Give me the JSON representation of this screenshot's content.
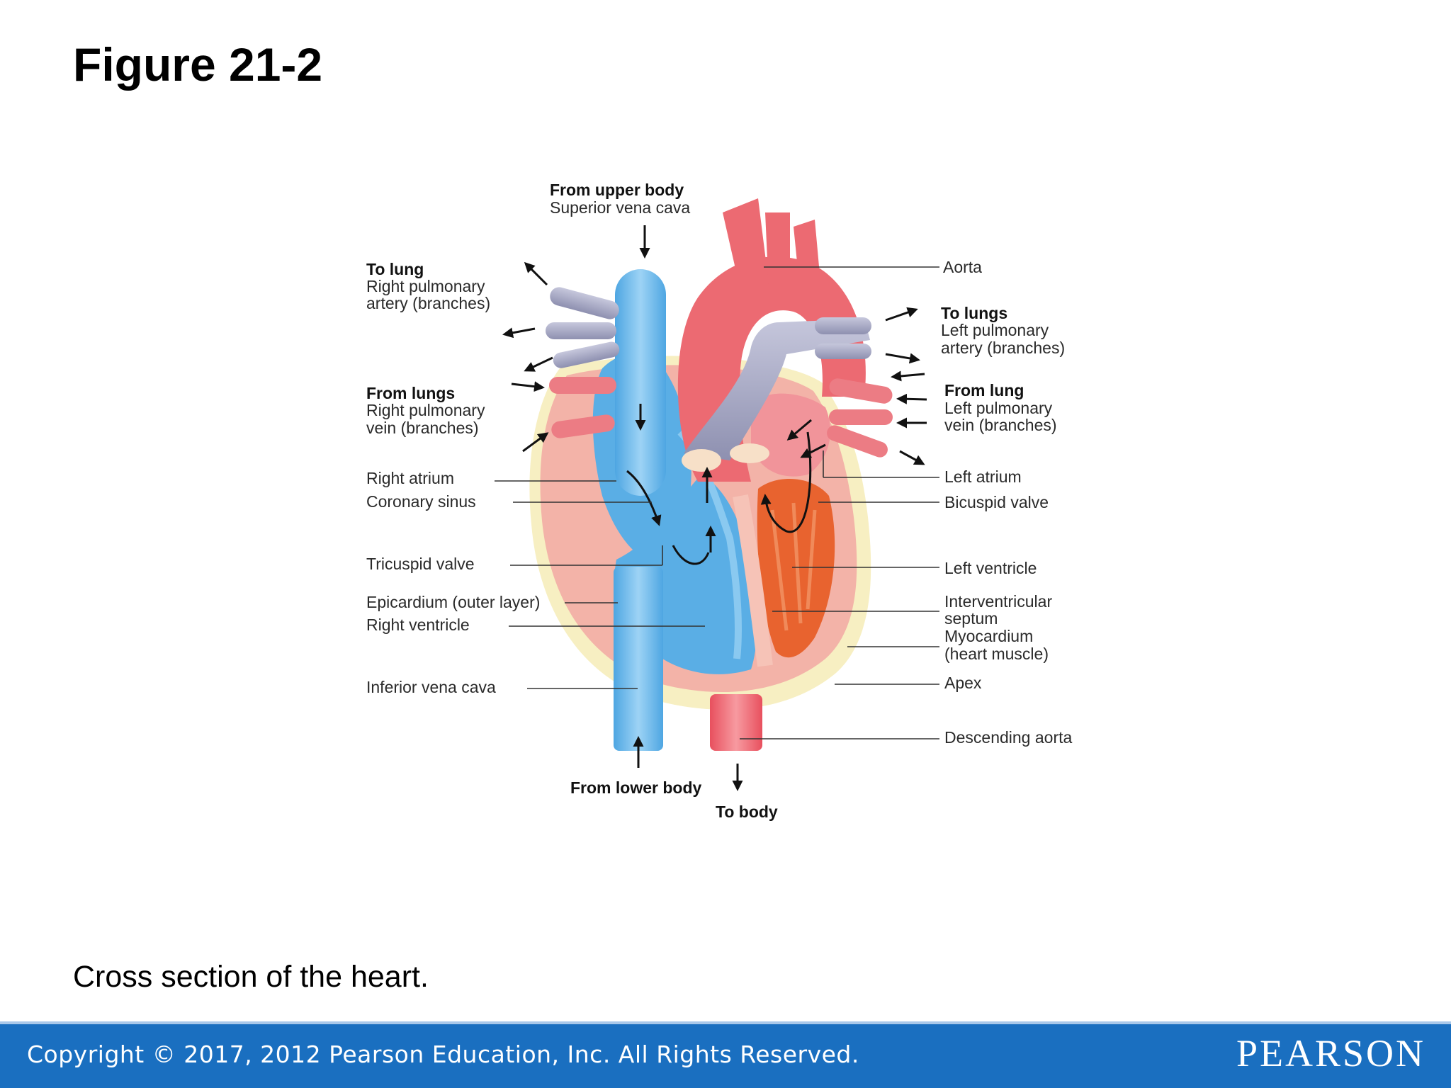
{
  "title": "Figure 21-2",
  "caption": "Cross section of the heart.",
  "footer": {
    "copyright": "Copyright © 2017, 2012 Pearson Education, Inc. All Rights Reserved.",
    "brand": "PEARSON"
  },
  "diagram": {
    "labels": {
      "from_upper_body": "From upper body",
      "superior_vena_cava": "Superior vena cava",
      "to_lung": "To lung",
      "right_pulmonary_artery_1": "Right pulmonary",
      "right_pulmonary_artery_2": "artery (branches)",
      "from_lungs": "From lungs",
      "right_pulmonary_vein_1": "Right pulmonary",
      "right_pulmonary_vein_2": "vein (branches)",
      "right_atrium": "Right atrium",
      "coronary_sinus": "Coronary sinus",
      "tricuspid_valve": "Tricuspid valve",
      "epicardium": "Epicardium (outer layer)",
      "right_ventricle": "Right ventricle",
      "inferior_vena_cava": "Inferior vena cava",
      "from_lower_body": "From lower body",
      "to_body": "To body",
      "aorta": "Aorta",
      "to_lungs": "To lungs",
      "left_pulmonary_artery_1": "Left pulmonary",
      "left_pulmonary_artery_2": "artery (branches)",
      "from_lung": "From lung",
      "left_pulmonary_vein_1": "Left pulmonary",
      "left_pulmonary_vein_2": "vein (branches)",
      "left_atrium": "Left atrium",
      "bicuspid_valve": "Bicuspid valve",
      "left_ventricle": "Left ventricle",
      "interventricular_septum_1": "Interventricular",
      "interventricular_septum_2": "septum",
      "myocardium_1": "Myocardium",
      "myocardium_2": "(heart muscle)",
      "apex": "Apex",
      "descending_aorta": "Descending aorta"
    },
    "colors": {
      "deoxygenated": "#6fb8e8",
      "oxygenated": "#ec6a72",
      "pulmonary_artery": "#a8a9c4",
      "myocardium": "#f3b3a8",
      "left_ventricle_wall": "#e8632f",
      "epicardium_fat": "#f7efc2"
    }
  }
}
